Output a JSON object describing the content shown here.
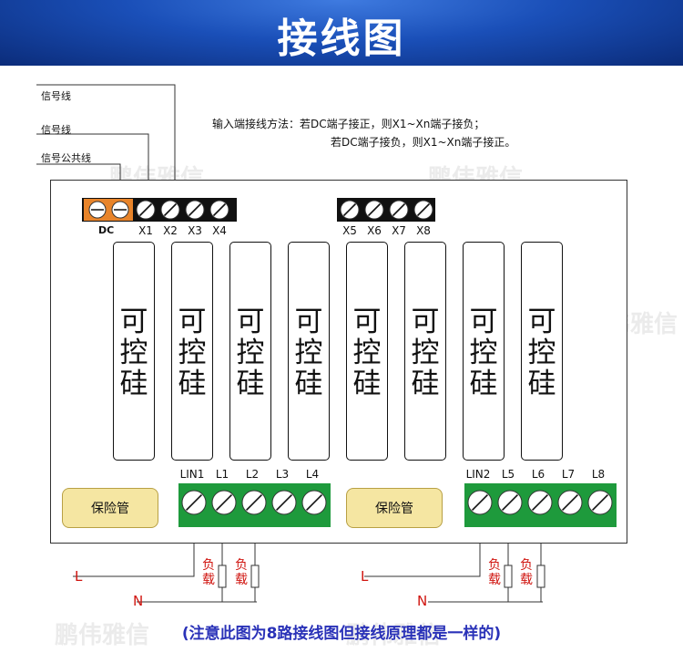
{
  "header": {
    "title": "接线图"
  },
  "wires": {
    "signal1": "信号线",
    "signal2": "信号线",
    "common": "信号公共线"
  },
  "note": {
    "line1": "输入端接线方法：若DC端子接正，则X1~Xn端子接负；",
    "line2": "若DC端子接负，则X1~Xn端子接正。"
  },
  "inputs": {
    "dc_label": "DC",
    "group1": [
      "X1",
      "X2",
      "X3",
      "X4"
    ],
    "group2": [
      "X5",
      "X6",
      "X7",
      "X8"
    ]
  },
  "scr": {
    "label": [
      "可",
      "控",
      "硅"
    ],
    "count": 8
  },
  "outputs": {
    "group1": [
      "LIN1",
      "L1",
      "L2",
      "L3",
      "L4"
    ],
    "group2": [
      "LIN2",
      "L5",
      "L6",
      "L7",
      "L8"
    ]
  },
  "fuse": {
    "label": "保险管"
  },
  "power": {
    "L": "L",
    "N": "N"
  },
  "load": {
    "label1": "负",
    "label2": "载"
  },
  "colors": {
    "banner": "#1a4fb8",
    "orange": "#e8842a",
    "green": "#1e9a3c",
    "red": "#d0140f",
    "footer": "#2a32b8"
  },
  "footer": {
    "text": "(注意此图为8路接线图但接线原理都是一样的)"
  },
  "watermark": {
    "text": "鹏伟雅信"
  }
}
